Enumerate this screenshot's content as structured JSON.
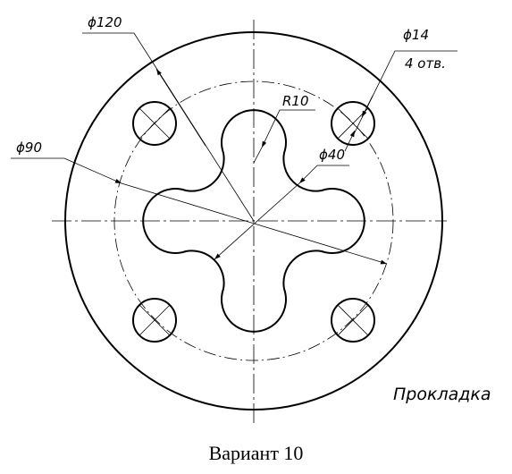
{
  "drawing": {
    "dimensions": {
      "outer_diameter": "ϕ120",
      "bolt_circle_diameter": "ϕ90",
      "hole_diameter": "ϕ14",
      "hole_count": "4 отв.",
      "lobe_radius": "R10",
      "inner_diameter": "ϕ40"
    },
    "part_name": "Прокладка"
  },
  "caption": "Вариант 10"
}
